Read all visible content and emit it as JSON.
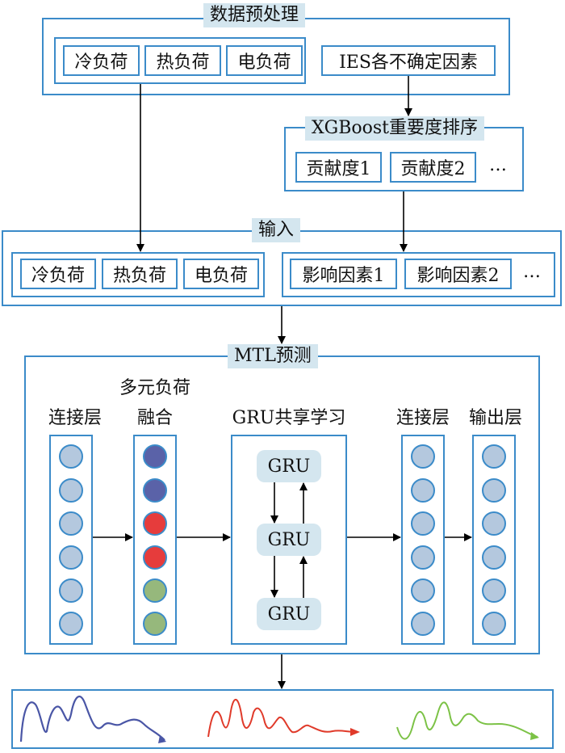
{
  "preprocess": {
    "title": "数据预处理",
    "loads": [
      "冷负荷",
      "热负荷",
      "电负荷"
    ],
    "uncertainty": "IES各不确定因素"
  },
  "xgboost": {
    "title": "XGBoost重要度排序",
    "items": [
      "贡献度1",
      "贡献度2"
    ],
    "ellipsis": "…"
  },
  "input": {
    "title": "输入",
    "loads": [
      "冷负荷",
      "热负荷",
      "电负荷"
    ],
    "factors": [
      "影响因素1",
      "影响因素2"
    ],
    "ellipsis": "…"
  },
  "mtl": {
    "title": "MTL预测",
    "connect_left": "连接层",
    "fusion": [
      "多元负荷",
      "融合"
    ],
    "gru_title": "GRU共享学习",
    "connect_right": "连接层",
    "output": "输出层",
    "gru_units": [
      "GRU",
      "GRU",
      "GRU"
    ]
  },
  "colors": {
    "border": "#3b8bc9",
    "node_fill": "#b4c8de",
    "fusion_nodes": [
      "#5a62a8",
      "#5a62a8",
      "#e63c3c",
      "#e63c3c",
      "#96b87c",
      "#96b87c"
    ],
    "series": [
      "#4a56a6",
      "#e03a2a",
      "#7cc246"
    ]
  }
}
